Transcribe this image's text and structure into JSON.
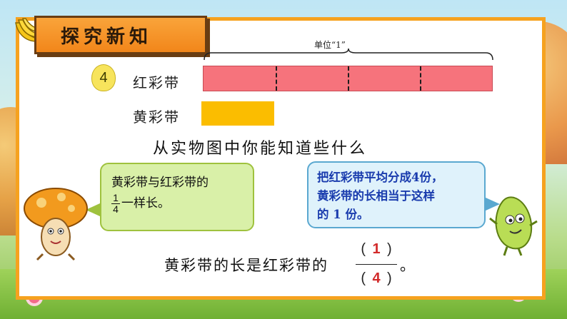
{
  "header": {
    "title": "探究新知"
  },
  "figure": {
    "unit_label": "单位“1”",
    "problem_number": "4",
    "red_ribbon_label": "红彩带",
    "yellow_ribbon_label": "黄彩带",
    "red_ribbon_parts": 4,
    "yellow_ribbon_fraction_of_red": 0.25,
    "colors": {
      "red_ribbon": "#f6737c",
      "yellow_ribbon": "#fbbd00",
      "frame": "#f6a21f",
      "title_tab": "#f2861a"
    }
  },
  "question": "从实物图中你能知道些什么",
  "left_bubble": {
    "line1": "黄彩带与红彩带的",
    "fraction_numerator": "1",
    "fraction_denominator": "4",
    "line2_suffix": "一样长。"
  },
  "right_bubble": {
    "line1": "把红彩带平均分成4份，",
    "line2": "黄彩带的长相当于这样",
    "line3": "的 1 份。"
  },
  "answer": {
    "prefix": "黄彩带的长是红彩带的",
    "open_paren": "(",
    "close_paren": ")",
    "numerator": "1",
    "denominator": "4",
    "suffix": "。"
  },
  "icons": [
    "banana-icon",
    "mushroom-character-icon",
    "bean-character-icon"
  ]
}
